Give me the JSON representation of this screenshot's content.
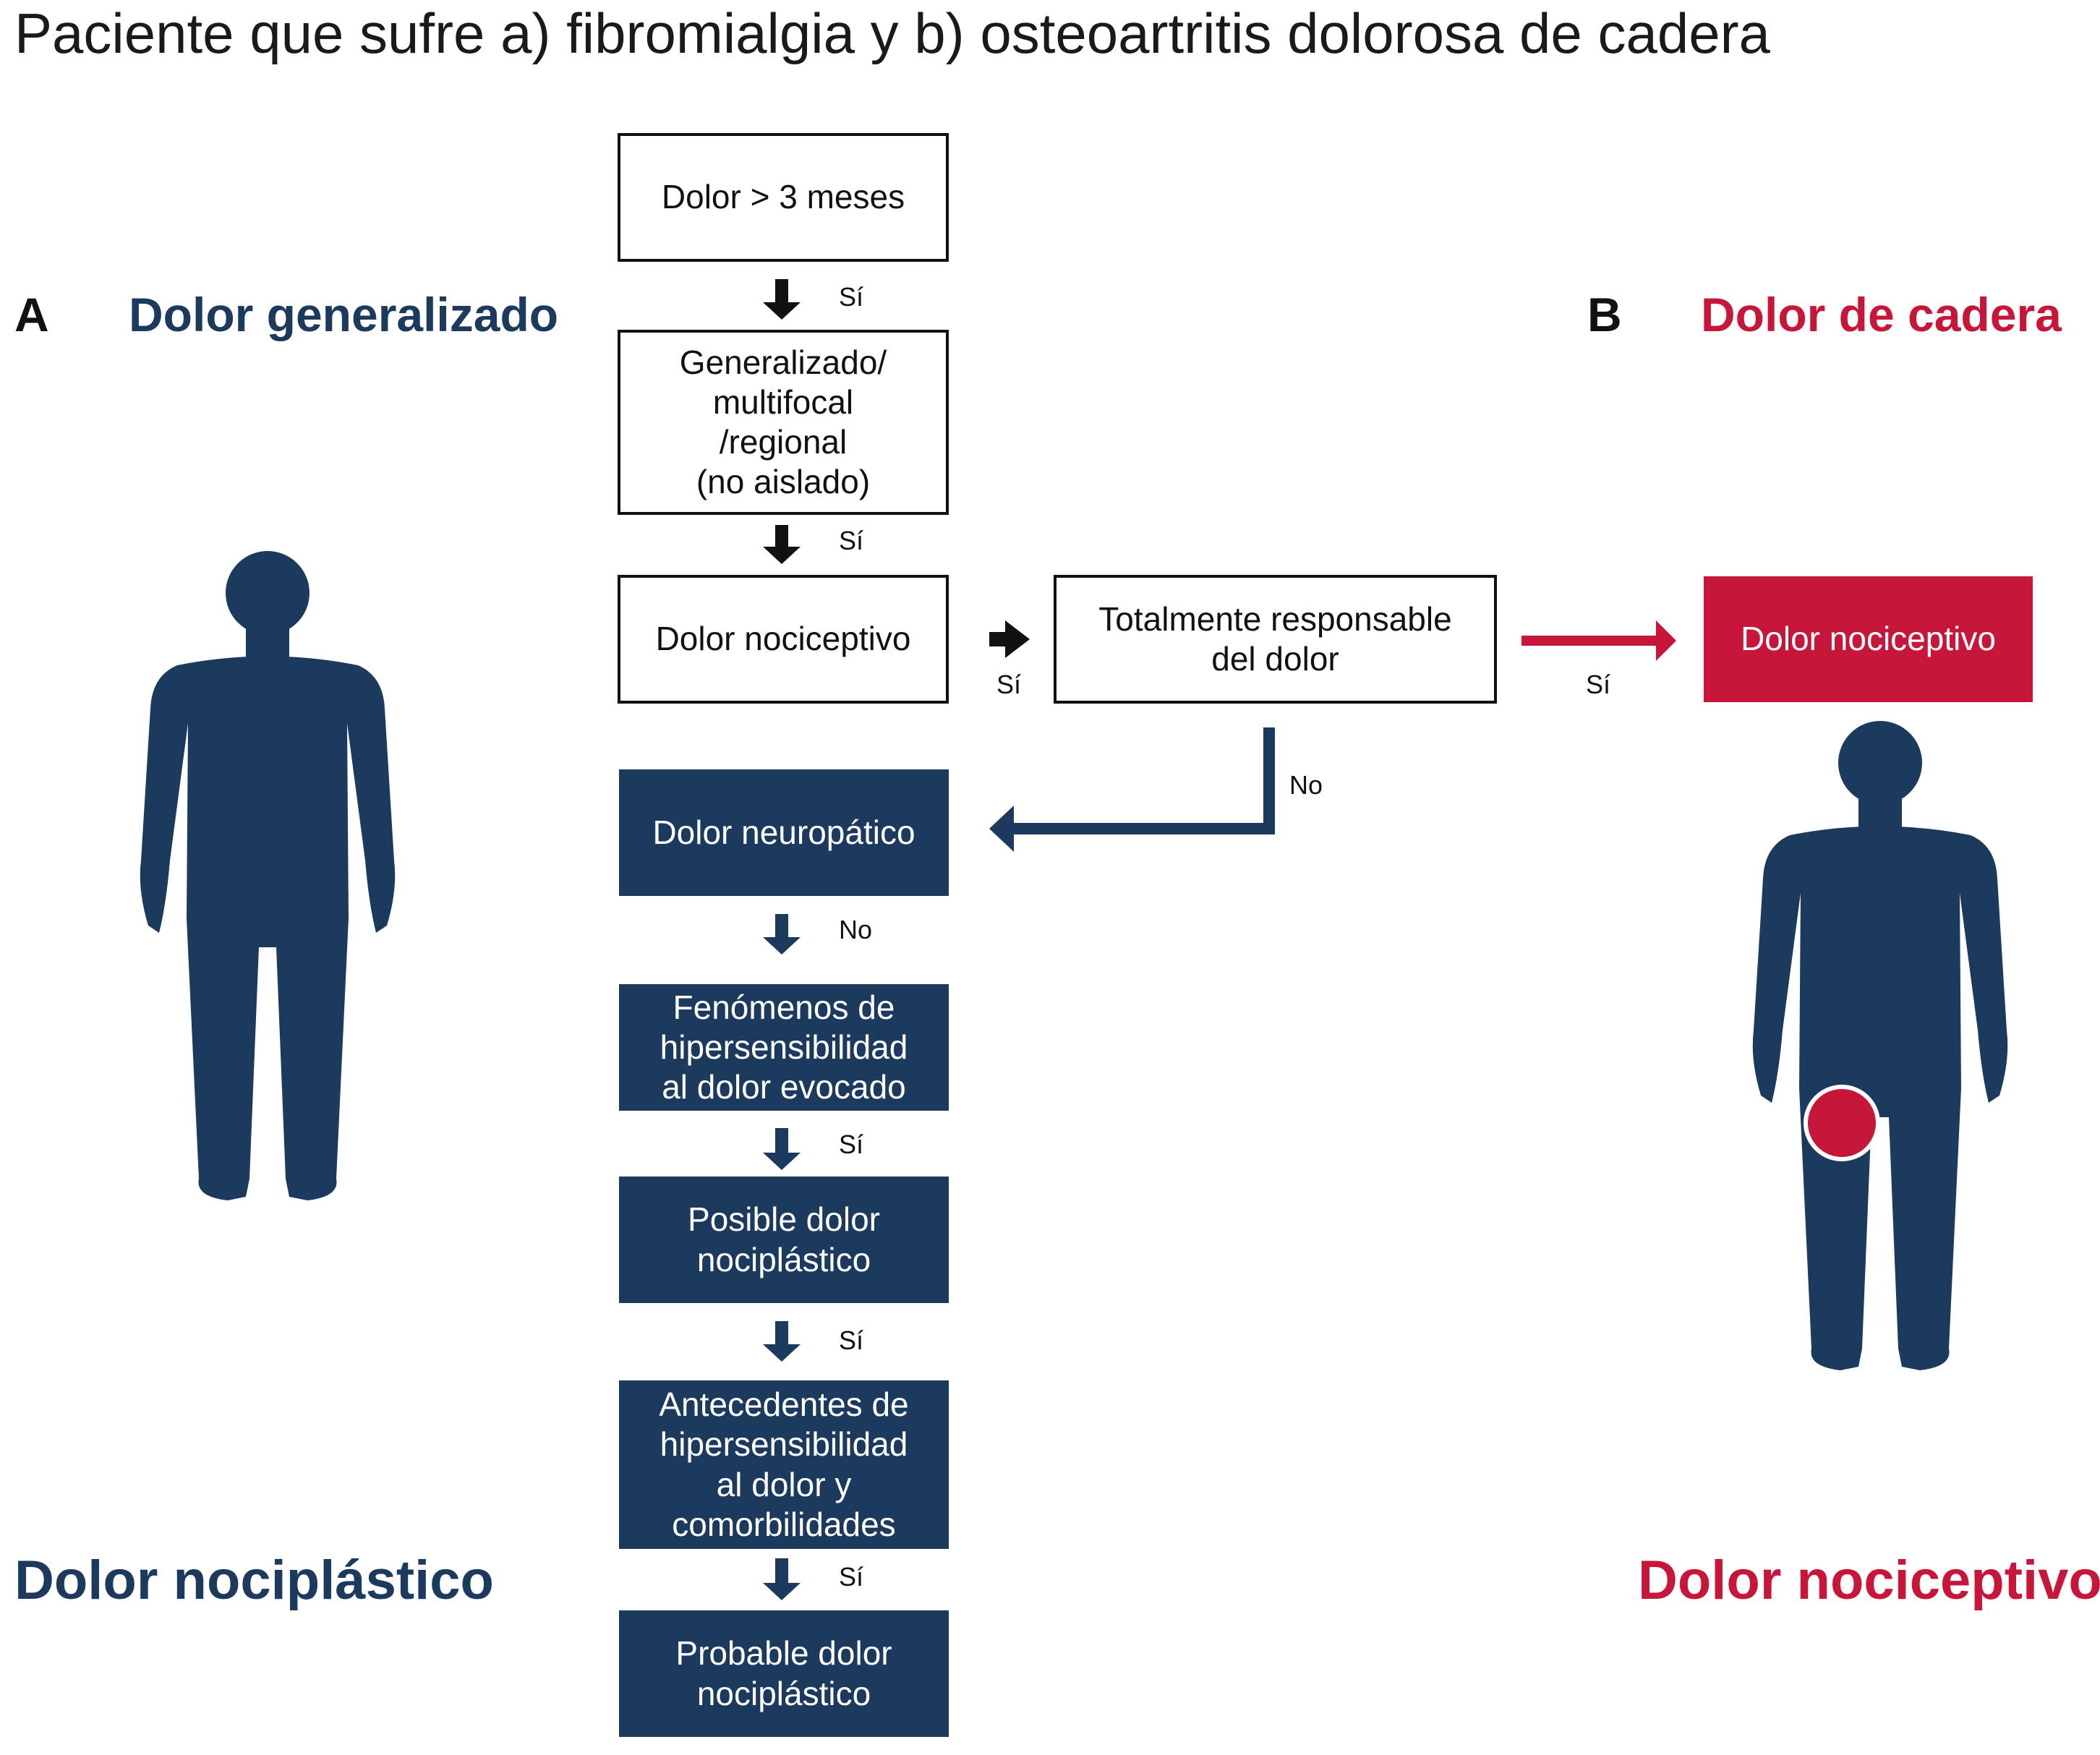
{
  "title": "Paciente que sufre a) fibromialgia y b) osteoartritis dolorosa de cadera",
  "panel_a": {
    "letter": "A",
    "heading": "Dolor generalizado",
    "outcome": "Dolor nociplástico"
  },
  "panel_b": {
    "letter": "B",
    "heading": "Dolor de cadera",
    "outcome": "Dolor nociceptivo"
  },
  "flow": {
    "step1": "Dolor > 3 meses",
    "step2": "Generalizado/\nmultifocal\n/regional\n(no aislado)",
    "step3": "Dolor nociceptivo",
    "side_check": "Totalmente responsable\ndel dolor",
    "side_result": "Dolor nociceptivo",
    "step4": "Dolor neuropático",
    "step5": "Fenómenos de\nhipersensibilidad\nal dolor evocado",
    "step6": "Posible dolor\nnociplástico",
    "step7": "Antecedentes de\nhipersensibilidad\nal dolor y\ncomorbilidades",
    "step8": "Probable dolor\nnociplástico"
  },
  "labels": {
    "yes": "Sí",
    "no": "No"
  },
  "colors": {
    "navy": "#1b3a5e",
    "red": "#c8163a",
    "outline": "#111111"
  }
}
